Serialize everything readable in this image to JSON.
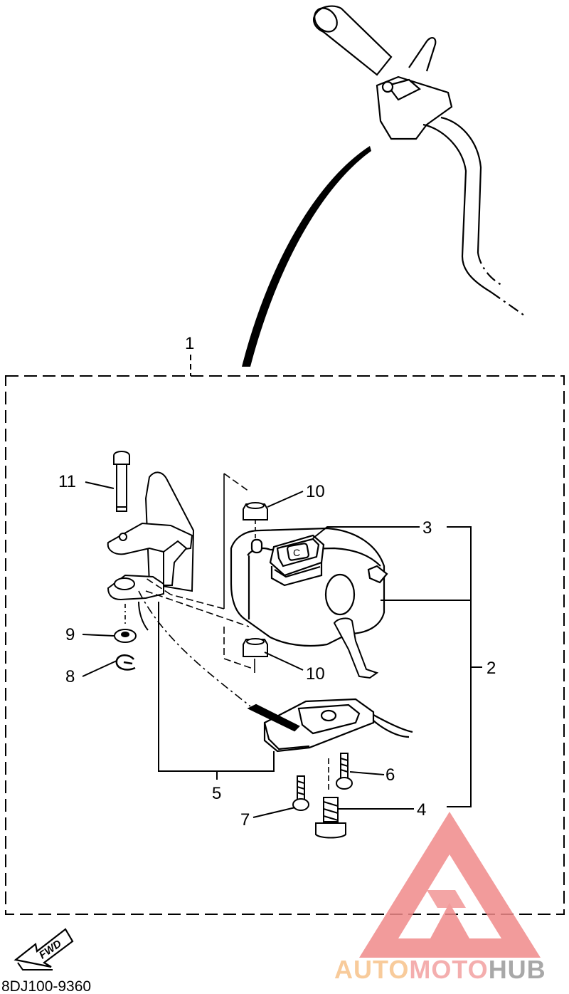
{
  "diagram": {
    "callouts": {
      "c1": "1",
      "c2": "2",
      "c3": "3",
      "c4": "4",
      "c5": "5",
      "c6": "6",
      "c7": "7",
      "c8": "8",
      "c9": "9",
      "c10a": "10",
      "c10b": "10",
      "c11": "11"
    },
    "direction_label": "FWD",
    "diagram_code": "8DJ100-9360"
  },
  "watermark": {
    "brand_part1": "AUTO",
    "brand_part2": "MOTO",
    "brand_part3": "HUB",
    "colors": {
      "triangle": "#f08a8a",
      "auto": "#f7c28a",
      "moto": "#f3a0a0",
      "hub": "#9a9a9a"
    }
  }
}
